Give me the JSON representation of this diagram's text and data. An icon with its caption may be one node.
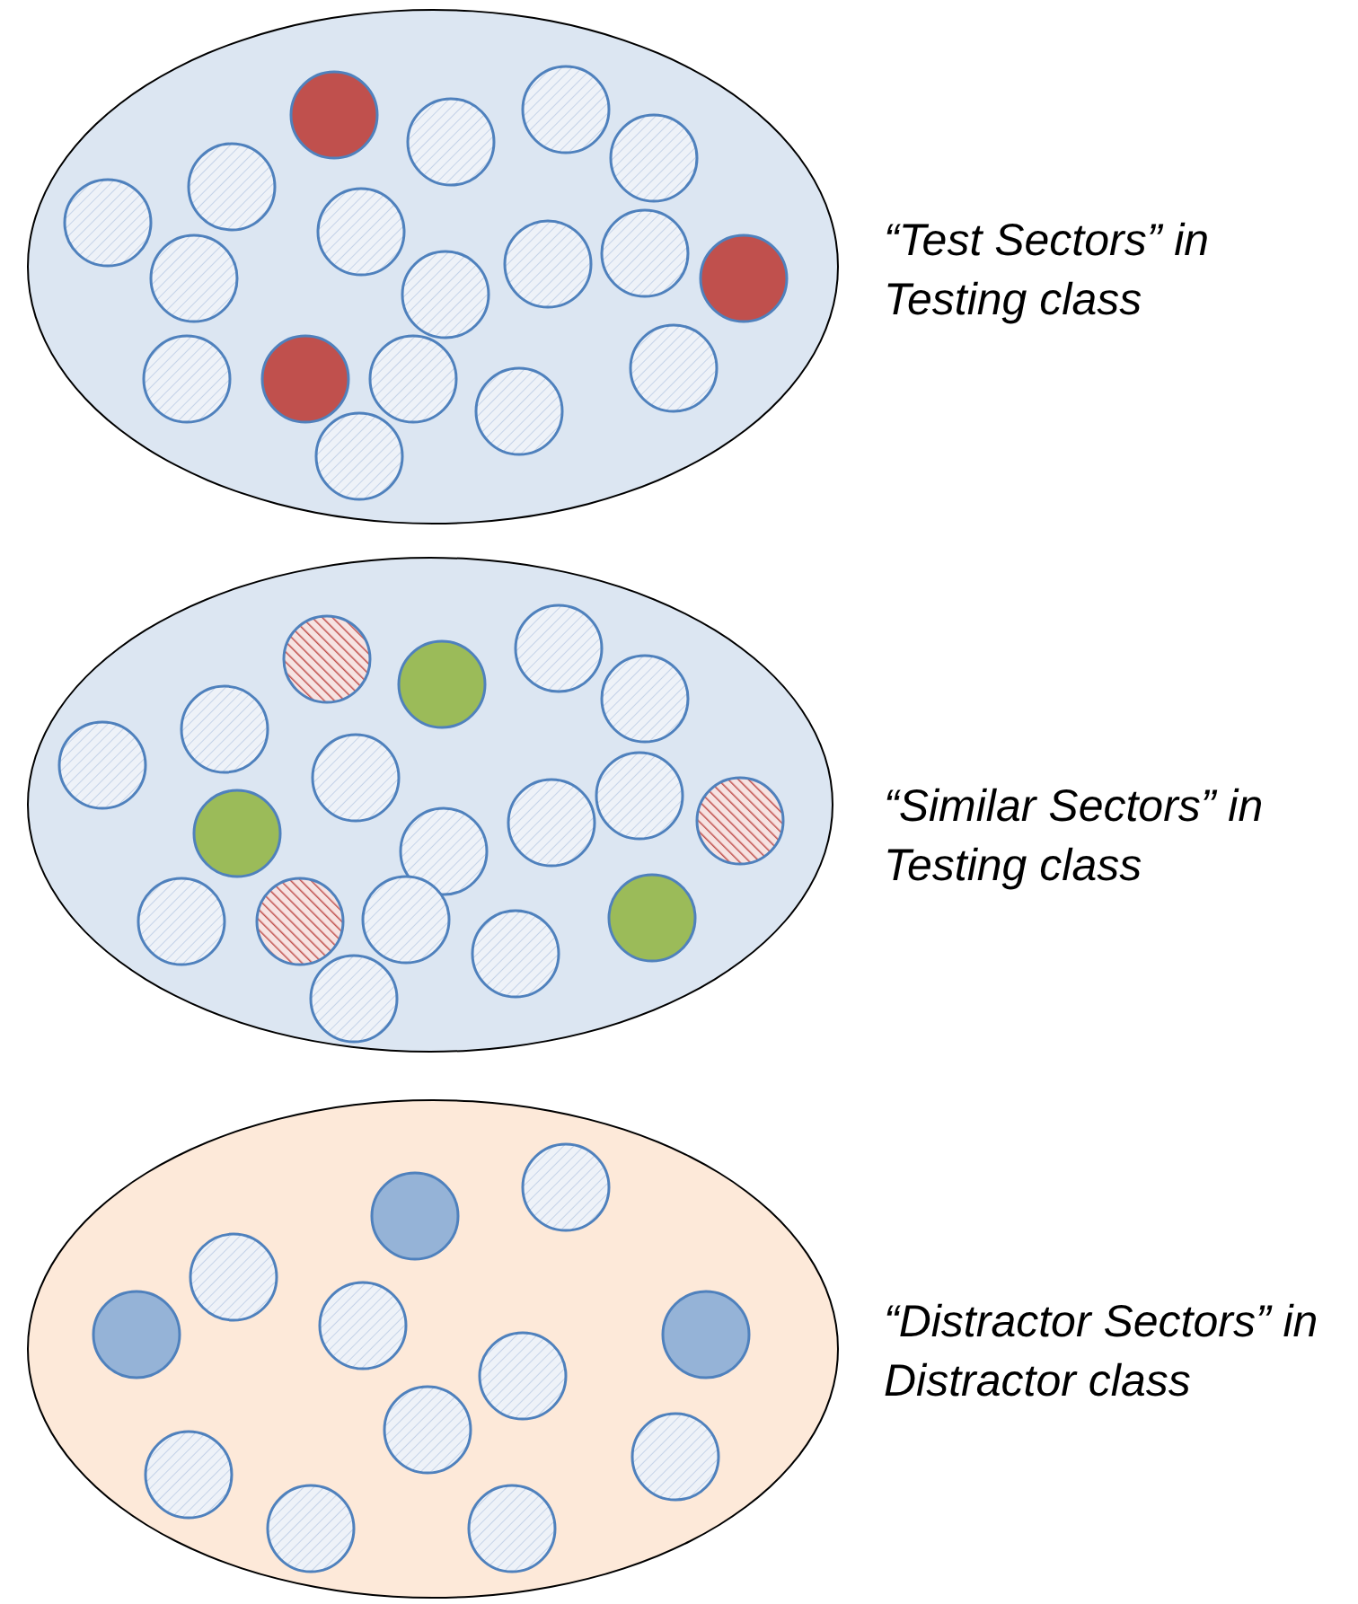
{
  "diagram": {
    "nodes": [
      {
        "text": [],
        "shape": "ellipse",
        "beside": [
          "“Test Sectors” in Testing class"
        ]
      },
      {
        "text": [],
        "shape": "ellipse",
        "beside": [
          "“Similar Sectors” in Testing class"
        ]
      },
      {
        "text": [],
        "shape": "ellipse",
        "beside": [
          "“Distractor Sectors” in Distractor class"
        ]
      }
    ]
  }
}
